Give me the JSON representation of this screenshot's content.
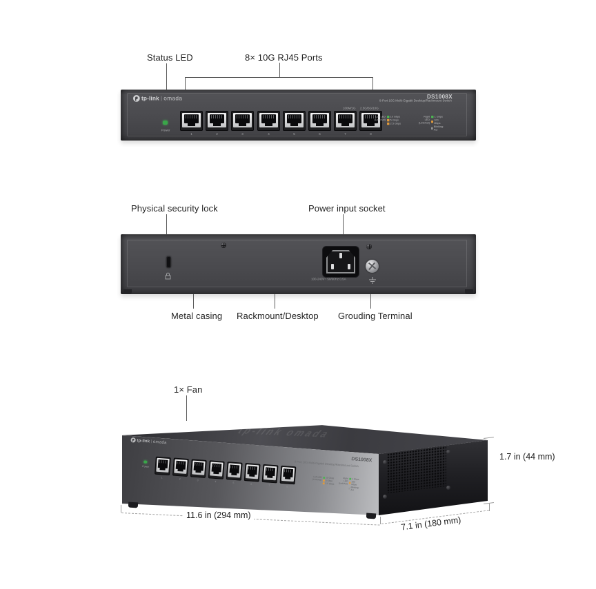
{
  "annotations": {
    "status_led": "Status LED",
    "rj45_ports": "8× 10G RJ45 Ports",
    "security_lock": "Physical security lock",
    "power_socket": "Power input socket",
    "metal_casing": "Metal casing",
    "rackmount_desktop": "Rackmount/Desktop",
    "grounding_terminal": "Grouding Terminal",
    "fan": "1× Fan"
  },
  "dimensions": {
    "width": "11.6 in (294 mm)",
    "depth": "7.1 in (180 mm)",
    "height": "1.7 in (44 mm)"
  },
  "device": {
    "brand": "tp-link",
    "brand_separator": "|",
    "brand_line": "omada",
    "model": "DS1008X",
    "model_subtitle": "8-Port 10G Multi-Gigabit Desktop/Rackmount Switch",
    "power_led_label": "Power",
    "port_numbers": [
      "1",
      "2",
      "3",
      "4",
      "5",
      "6",
      "7",
      "8"
    ],
    "speed_marks": {
      "left": "100M/1G",
      "right": "2.5G/5G/10G"
    },
    "power_rating": "100-240V~ 50/60Hz 0.5A",
    "led_legend": [
      {
        "title": "Left LED",
        "subtitle": "(Link/Act)",
        "rows": [
          {
            "label": "10 Gbps"
          },
          {
            "label": "5 Gbps"
          },
          {
            "label": "2.5 Gbps"
          }
        ]
      },
      {
        "title": "Right LED",
        "subtitle": "(Link/Act)",
        "rows": [
          {
            "label": "1 Gbps"
          },
          {
            "label": "100 Mbps"
          },
          {
            "label": "Blinking: Act"
          }
        ]
      }
    ]
  },
  "colors": {
    "chassis_dark": "#4a4a4e",
    "led_green": "#3aa649",
    "legend_amber": "#e09a3c",
    "legend_green": "#4db353",
    "annotation_text": "#242424",
    "dimension_line": "#a3a3a3"
  },
  "icons": {
    "security_lock": "padlock-icon",
    "grounding": "earth-ground-icon",
    "brand_logo": "tp-link-logo-icon"
  }
}
